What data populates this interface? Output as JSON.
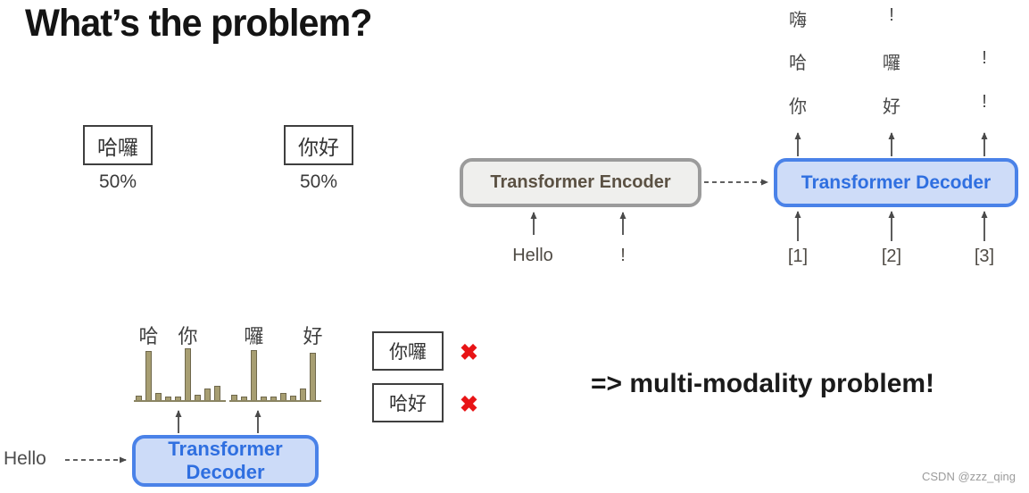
{
  "slide": {
    "title": "What’s the problem?",
    "conclusion": "=> multi-modality problem!",
    "watermark": "CSDN @zzz_qing"
  },
  "candidates": [
    {
      "text": "哈囉",
      "probability": "50%"
    },
    {
      "text": "你好",
      "probability": "50%"
    }
  ],
  "encoder": {
    "label": "Transformer Encoder",
    "inputs": [
      "Hello",
      "!"
    ]
  },
  "decoder": {
    "label": "Transformer Decoder",
    "inputs": [
      "[1]",
      "[2]",
      "[3]"
    ],
    "output_grid": [
      [
        "嗨",
        "!",
        ""
      ],
      [
        "哈",
        "囉",
        "!"
      ],
      [
        "你",
        "好",
        "!"
      ]
    ]
  },
  "nat_example": {
    "input": "Hello",
    "decoder_label_line1": "Transformer",
    "decoder_label_line2": "Decoder",
    "wrong_outputs": [
      "你囉",
      "哈好"
    ],
    "cross_icon": "✖"
  },
  "colors": {
    "decoder_accent": "#4a82e8",
    "decoder_fill": "#cedcf8",
    "decoder_text": "#2f6fe0",
    "encoder_fill": "#efefed",
    "encoder_border": "#9b9b9b",
    "encoder_text": "#5b5143",
    "bar_fill": "#a79e72",
    "cross_red": "#e81416",
    "arrow_gray": "#4a4a4a"
  },
  "chart_data": [
    {
      "type": "bar",
      "values": [
        0.08,
        0.95,
        0.13,
        0.07,
        0.07,
        1.0,
        0.1,
        0.22,
        0.27
      ],
      "peak_labels": [
        {
          "index": 1,
          "text": "哈"
        },
        {
          "index": 5,
          "text": "你"
        }
      ],
      "ylim": [
        0,
        1
      ]
    },
    {
      "type": "bar",
      "values": [
        0.1,
        0.07,
        0.97,
        0.07,
        0.07,
        0.14,
        0.09,
        0.22,
        0.92
      ],
      "peak_labels": [
        {
          "index": 2,
          "text": "囉"
        },
        {
          "index": 8,
          "text": "好"
        }
      ],
      "ylim": [
        0,
        1
      ]
    }
  ]
}
